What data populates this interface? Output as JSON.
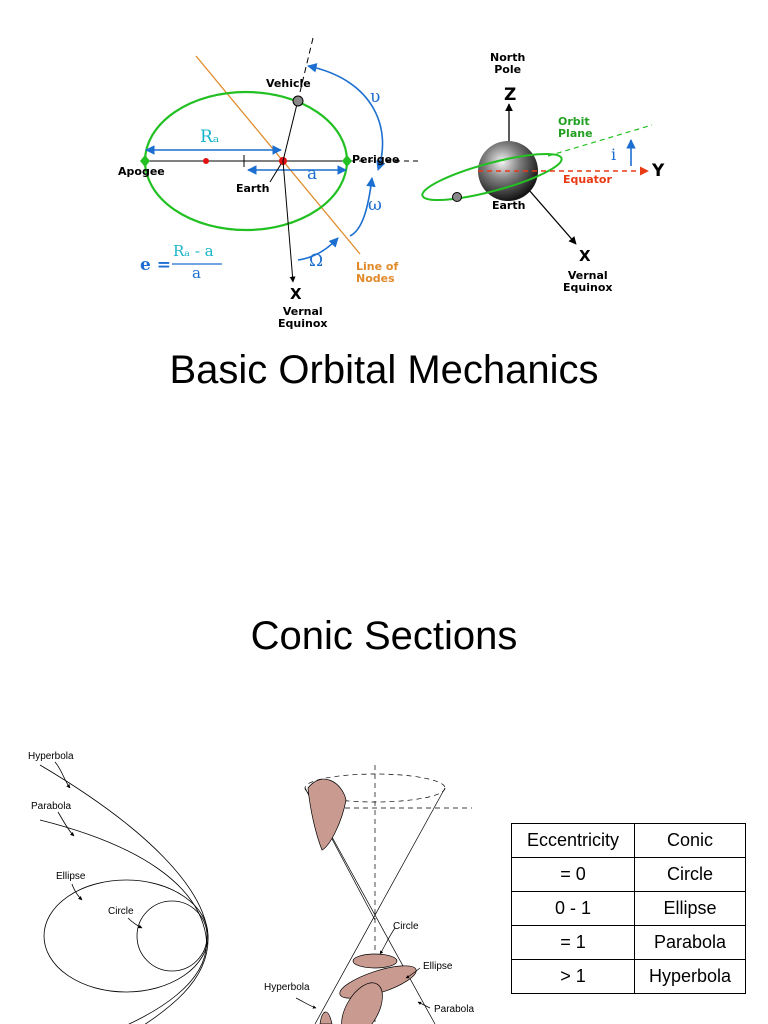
{
  "slide1": {
    "title": "Basic Orbital Mechanics",
    "orbit_diagram": {
      "labels": {
        "vehicle": "Vehicle",
        "apogee": "Apogee",
        "perigee": "Perigee",
        "earth": "Earth",
        "ra": "Rₐ",
        "a": "a",
        "nu": "υ",
        "omega_small": "ω",
        "omega_big": "Ω",
        "x": "X",
        "vernal_equinox": [
          "Vernal",
          "Equinox"
        ],
        "line_of_nodes": [
          "Line of",
          "Nodes"
        ]
      },
      "formula": {
        "lhs": "e =",
        "numerator": "Rₐ - a",
        "denominator": "a"
      },
      "colors": {
        "orbit": "#22c022",
        "nodes": "#e08a2a",
        "arrows": "#1c6fd0",
        "ra": "#19b5c8",
        "point": "#e01010"
      }
    },
    "frame_diagram": {
      "labels": {
        "north_pole": [
          "North",
          "Pole"
        ],
        "z": "Z",
        "y": "Y",
        "x": "X",
        "i": "i",
        "orbit_plane": [
          "Orbit",
          "Plane"
        ],
        "equator": "Equator",
        "earth": "Earth",
        "vernal_equinox": [
          "Vernal",
          "Equinox"
        ]
      },
      "colors": {
        "orbit": "#22c022",
        "equator": "#e83a14",
        "incl": "#1c6fd0"
      }
    }
  },
  "slide2": {
    "title": "Conic Sections",
    "curves_labels": {
      "hyperbola": "Hyperbola",
      "parabola": "Parabola",
      "ellipse": "Ellipse",
      "circle": "Circle"
    },
    "cone_labels": {
      "circle": "Circle",
      "ellipse": "Ellipse",
      "hyperbola": "Hyperbola",
      "parabola": "Parabola"
    },
    "table": {
      "headers": [
        "Eccentricity",
        "Conic"
      ],
      "rows": [
        [
          "= 0",
          "Circle"
        ],
        [
          "0 - 1",
          "Ellipse"
        ],
        [
          "= 1",
          "Parabola"
        ],
        [
          "> 1",
          "Hyperbola"
        ]
      ]
    }
  }
}
